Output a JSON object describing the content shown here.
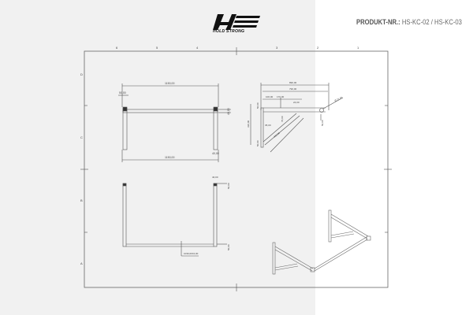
{
  "header": {
    "brand": "HOLD STRONG",
    "product_label": "PRODUKT-NR.:",
    "product_numbers": "HS-KC-02 / HS-KC-03"
  },
  "frame": {
    "top_zones": [
      "6",
      "5",
      "4",
      "3",
      "2",
      "1"
    ],
    "left_zones": [
      "D",
      "C",
      "B",
      "A"
    ]
  },
  "front_view": {
    "width_top": "1150,00",
    "width_bottom": "1150,00",
    "post_width": "50,00",
    "bar_height": "40,00",
    "bottom_dim": "40,00"
  },
  "side_view": {
    "depth_total": "890,00",
    "depth_inner": "790,00",
    "seg1": "100,00",
    "seg2": "170,00",
    "angle1": "24,00",
    "bar_dia": "Ø 21,00",
    "height": "330,00",
    "strut_len": "490,00",
    "angle2": "35,00",
    "angle3": "70,00",
    "top_off": "50,00",
    "bottom_off": "50,00",
    "bar_off": "50,00"
  },
  "top_view": {
    "post_dim": "40,00",
    "end_dim": "50,00",
    "bottom_end": "50,00",
    "center_note": "1030,00±2,00"
  }
}
